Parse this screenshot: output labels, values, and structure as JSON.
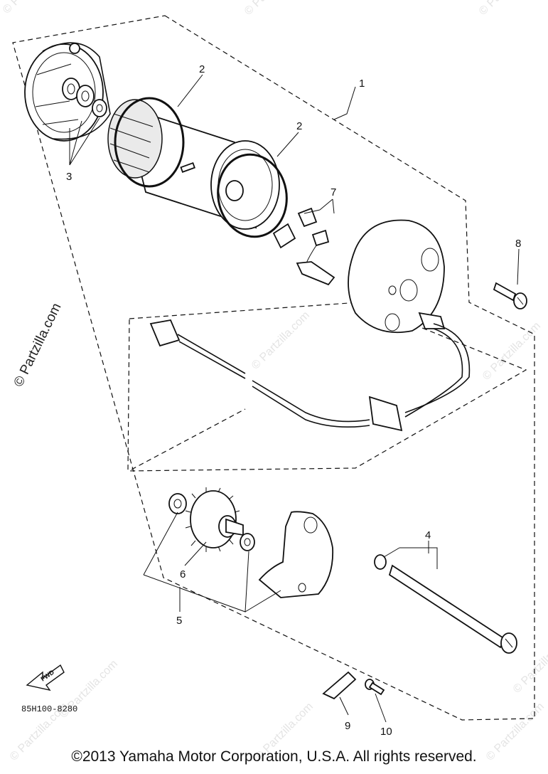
{
  "watermarks": {
    "main": "© Partzilla.com",
    "faint": "© Partzilla.com"
  },
  "callouts": {
    "c1": "1",
    "c2a": "2",
    "c2b": "2",
    "c3": "3",
    "c4": "4",
    "c5": "5",
    "c6": "6",
    "c7": "7",
    "c8": "8",
    "c9": "9",
    "c10": "10"
  },
  "fwd_label": "FWD",
  "diagram_code": "85H100-8280",
  "copyright": "©2013  Yamaha Motor Corporation, U.S.A. All rights reserved."
}
